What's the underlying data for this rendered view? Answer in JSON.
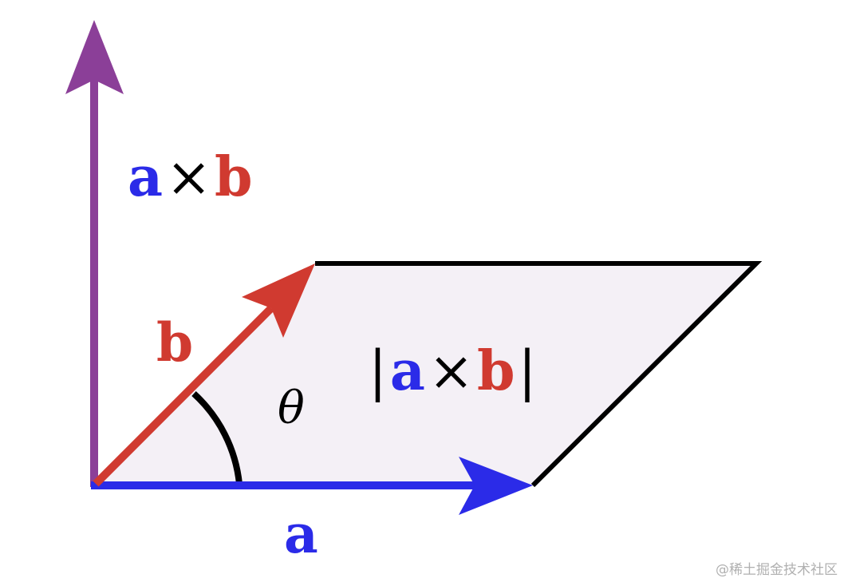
{
  "colors": {
    "a": "#2b2be8",
    "b": "#d03a30",
    "cross": "#8b3f98",
    "parallelogram_fill": "#f4f0f6",
    "edge": "#000000"
  },
  "labels": {
    "cross_product": {
      "a": "a",
      "op": "×",
      "b": "b"
    },
    "area": {
      "bar_left": "|",
      "a": "a",
      "op": "×",
      "b": "b",
      "bar_right": "|"
    },
    "vector_a": "a",
    "vector_b": "b",
    "angle": "θ"
  },
  "watermark": "@稀土掘金技术社区"
}
